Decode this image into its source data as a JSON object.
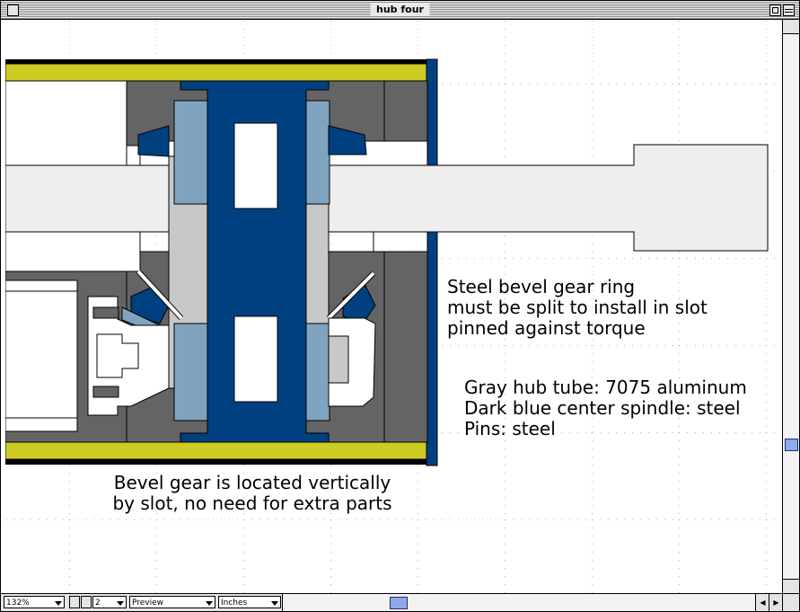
{
  "window": {
    "title": "hub four"
  },
  "annotations": {
    "gear_ring": [
      "Steel bevel gear ring",
      "must be split to install in slot",
      "pinned against torque"
    ],
    "materials": [
      "Gray hub tube: 7075 aluminum",
      "Dark blue center spindle: steel",
      "Pins: steel"
    ],
    "bevel_gear": [
      "Bevel gear is located vertically",
      "by slot, no need for extra parts"
    ]
  },
  "statusbar": {
    "zoom": "132%",
    "page": "2",
    "view_mode": "Preview",
    "units": "Inches"
  },
  "colors": {
    "dark_blue": "#004080",
    "light_blue": "#80a4c0",
    "light_gray": "#c8c8c8",
    "pale_gray": "#eeeeee",
    "dark_gray": "#646464",
    "yellow_green": "#cccc22",
    "black": "#000000"
  }
}
